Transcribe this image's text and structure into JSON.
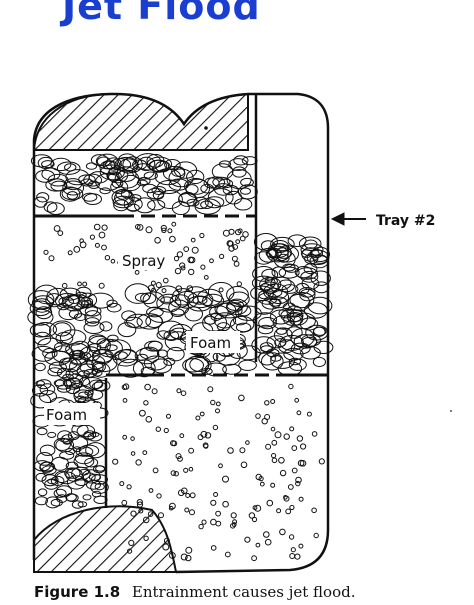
{
  "title": "Jet Flood",
  "labels": {
    "tray": "Tray #2",
    "spray": "Spray",
    "foam_upper": "Foam",
    "foam_lower": "Foam"
  },
  "caption": {
    "figure": "Figure 1.8",
    "text": "Entrainment causes jet flood."
  },
  "colors": {
    "title": "#1a3fd0",
    "ink": "#111111"
  }
}
